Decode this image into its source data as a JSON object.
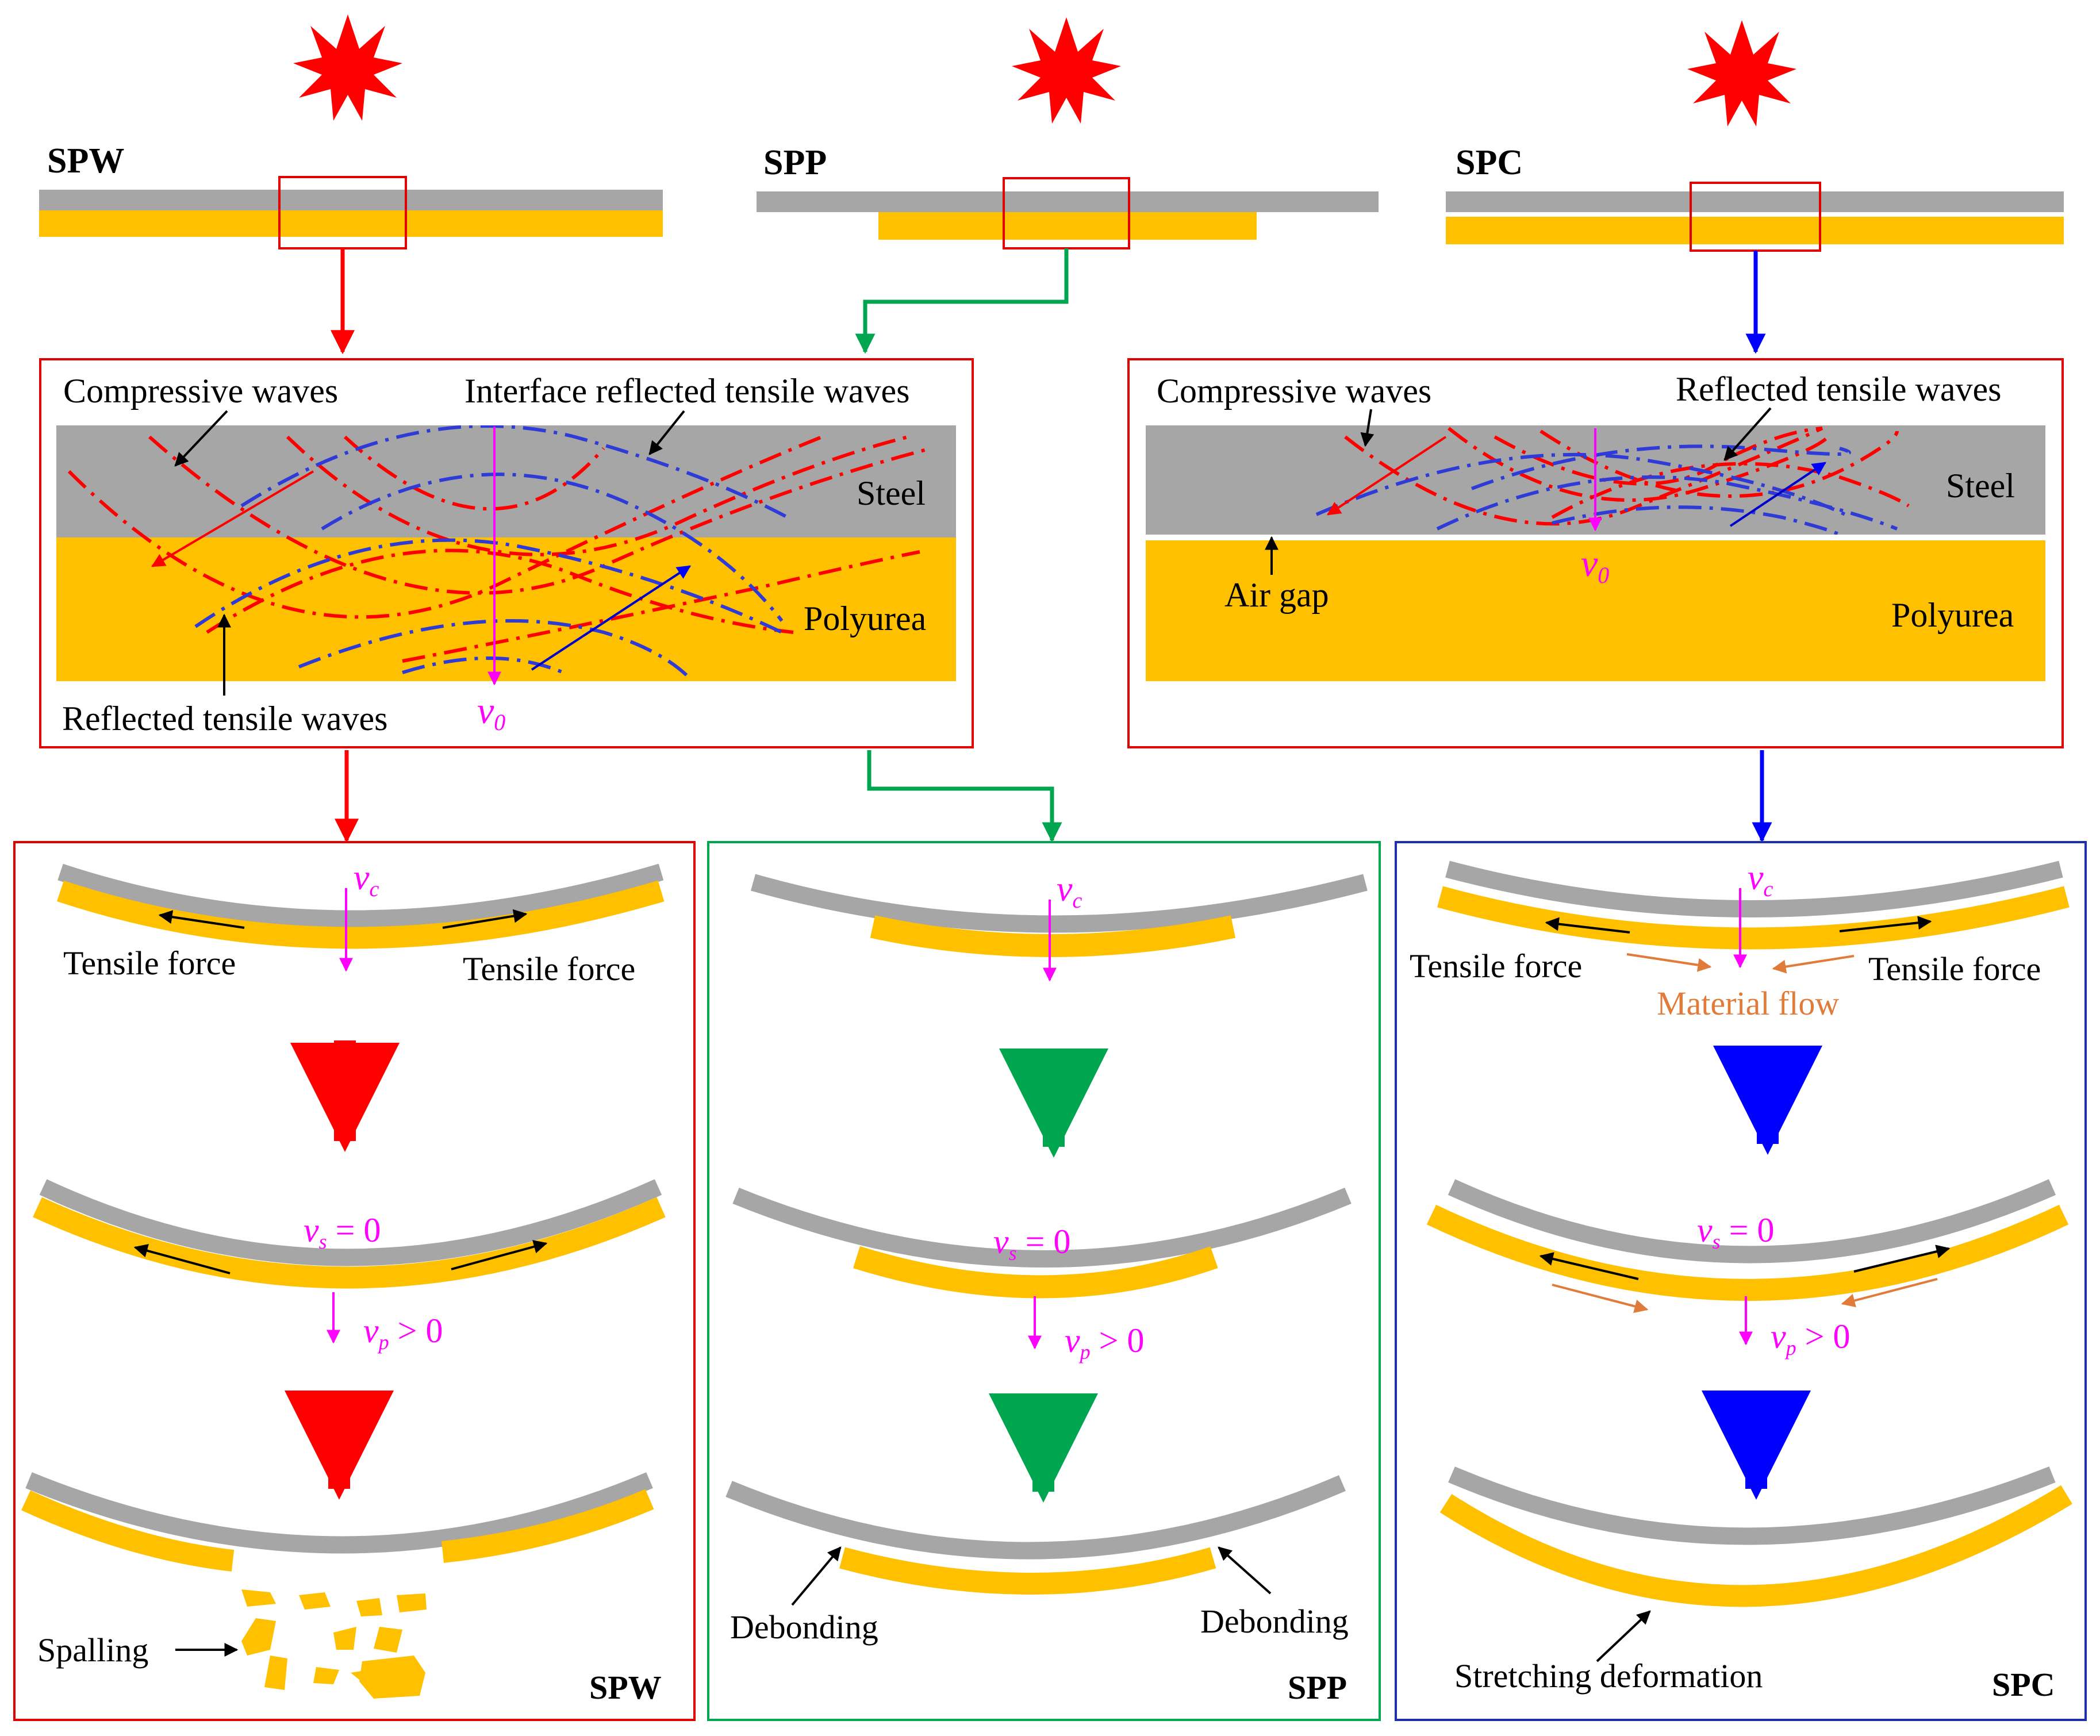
{
  "colors": {
    "steel": "#A6A6A6",
    "polyurea": "#FFC000",
    "red": "#FF0000",
    "green": "#00A550",
    "blue": "#0000FF",
    "magenta": "#FF00FF",
    "orange": "#E07B39"
  },
  "top": {
    "spw_label": "SPW",
    "spp_label": "SPP",
    "spc_label": "SPC"
  },
  "mid_left": {
    "compressive": "Compressive waves",
    "interface_reflected": "Interface reflected tensile waves",
    "steel": "Steel",
    "polyurea": "Polyurea",
    "reflected": "Reflected tensile waves",
    "v0": "v",
    "v0_sub": "0"
  },
  "mid_right": {
    "compressive": "Compressive waves",
    "reflected": "Reflected tensile waves",
    "steel": "Steel",
    "air_gap": "Air gap",
    "polyurea": "Polyurea",
    "v0": "v",
    "v0_sub": "0"
  },
  "spw_panel": {
    "vc": "v",
    "vc_sub": "c",
    "tensile_left": "Tensile force",
    "tensile_right": "Tensile force",
    "vs": "v",
    "vs_sub": "s",
    "vs_eq": " = 0",
    "vp": "v",
    "vp_sub": "p",
    "vp_eq": " > 0",
    "spalling": "Spalling",
    "label": "SPW"
  },
  "spp_panel": {
    "vc": "v",
    "vc_sub": "c",
    "vs": "v",
    "vs_sub": "s",
    "vs_eq": " = 0",
    "vp": "v",
    "vp_sub": "p",
    "vp_eq": " > 0",
    "debond_left": "Debonding",
    "debond_right": "Debonding",
    "label": "SPP"
  },
  "spc_panel": {
    "vc": "v",
    "vc_sub": "c",
    "tensile_left": "Tensile force",
    "tensile_right": "Tensile force",
    "material_flow": "Material flow",
    "vs": "v",
    "vs_sub": "s",
    "vs_eq": " = 0",
    "vp": "v",
    "vp_sub": "p",
    "vp_eq": " > 0",
    "stretching": "Stretching deformation",
    "label": "SPC"
  }
}
